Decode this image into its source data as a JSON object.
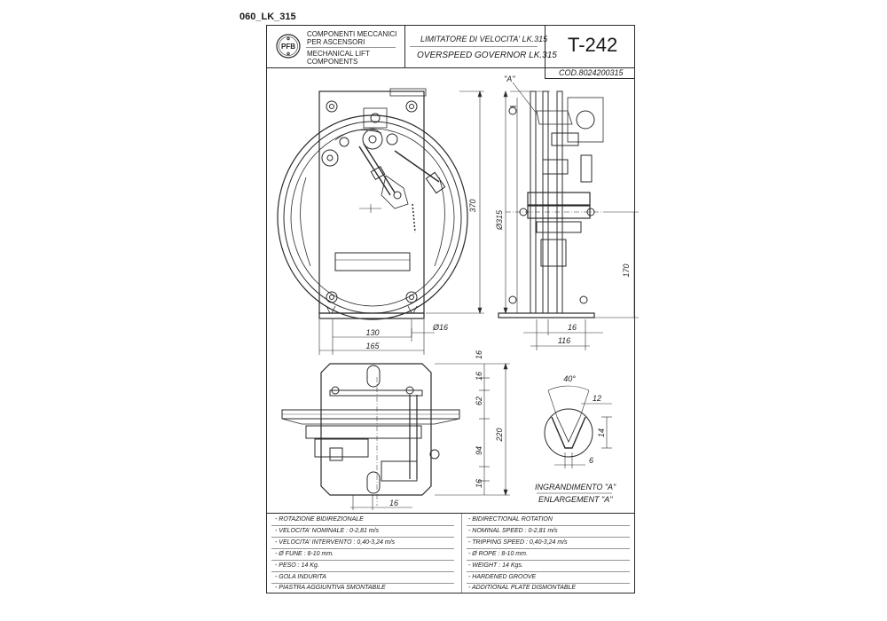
{
  "sheet_ref": "060_LK_315",
  "logo": {
    "letters": "PFB"
  },
  "company": {
    "it_line1": "COMPONENTI MECCANICI",
    "it_line2": "PER ASCENSORI",
    "en_line1": "MECHANICAL LIFT",
    "en_line2": "COMPONENTS"
  },
  "product": {
    "title_it": "LIMITATORE DI VELOCITA' LK.315",
    "title_en": "OVERSPEED GOVERNOR LK.315",
    "code": "T-242",
    "cod": "COD.8024200315"
  },
  "dimensions": {
    "width_130": "130",
    "width_165": "165",
    "height_370": "370",
    "dia_16": "Ø16",
    "dia_315": "Ø315",
    "side_16": "16",
    "side_116": "116",
    "side_170": "170",
    "plan_16_a": "16",
    "plan_16_b": "16",
    "plan_62": "62",
    "plan_94": "94",
    "plan_16_c": "16",
    "plan_220": "220",
    "plan_16_bottom": "16",
    "detail_label": "\"A\"",
    "groove_angle": "40°",
    "groove_12": "12",
    "groove_14": "14",
    "groove_6": "6"
  },
  "enlargement": {
    "it": "INGRANDIMENTO \"A\"",
    "en": "ENLARGEMENT \"A\""
  },
  "specs_it": [
    "- ROTAZIONE BIDIREZIONALE",
    "- VELOCITA' NOMINALE : 0-2,81 m/s",
    "- VELOCITA' INTERVENTO : 0,40-3,24 m/s",
    "- Ø FUNE : 8-10 mm.",
    "- PESO : 14 Kg.",
    "- GOLA INDURITA",
    "- PIASTRA AGGIUNTIVA SMONTABILE"
  ],
  "specs_en": [
    "- BIDIRECTIONAL ROTATION",
    "- NOMINAL SPEED : 0-2,81 m/s",
    "- TRIPPING SPEED : 0,40-3,24 m/s",
    "- Ø ROPE : 8-10 mm.",
    "- WEIGHT : 14 Kgs.",
    "- HARDENED GROOVE",
    "- ADDITIONAL PLATE DISMONTABLE"
  ]
}
